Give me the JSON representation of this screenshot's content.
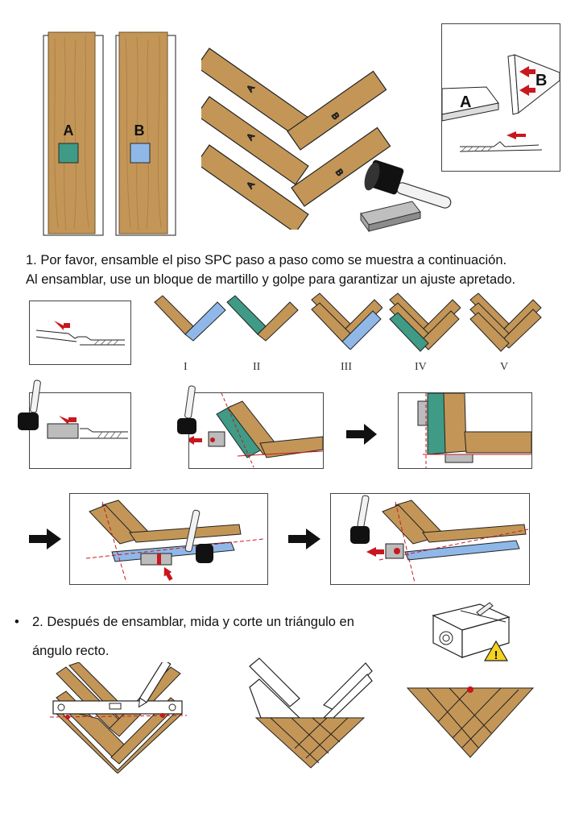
{
  "plank_labels": {
    "a": "A",
    "b": "B"
  },
  "step1": {
    "line1": "1. Por favor, ensamble el piso SPC paso a paso como se muestra a continuación.",
    "line2": "Al ensamblar, use un bloque de martillo y golpe para garantizar un ajuste apretado."
  },
  "stages": [
    "I",
    "II",
    "III",
    "IV",
    "V"
  ],
  "step2": {
    "bullet": "•",
    "line1": "2. Después de ensamblar, mida y corte un triángulo en",
    "line2": "ángulo recto."
  },
  "warning_symbol": "!",
  "colors": {
    "wood": "#c59a5c",
    "wood_dark": "#8a6636",
    "teal": "#3f9a86",
    "blue": "#8fb8e8",
    "red_arrow": "#c8171e",
    "outline": "#222222"
  }
}
